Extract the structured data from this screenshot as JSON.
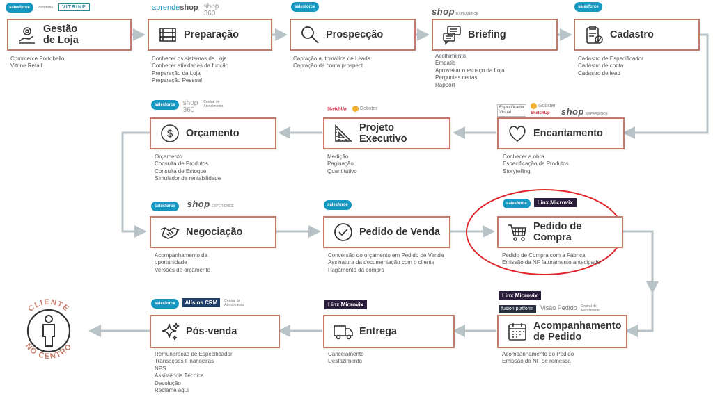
{
  "steps": [
    {
      "id": "gestao",
      "title_lines": [
        "Gestão",
        "de Loja"
      ],
      "icon": "gear-hand-icon",
      "items": [
        "Commerce Portobello",
        "Vitrine Retail"
      ]
    },
    {
      "id": "preparacao",
      "title_lines": [
        "Preparação"
      ],
      "icon": "books-icon",
      "items": [
        "Conhecer os sistemas da Loja",
        "Conhecer atividades da função",
        "Preparação da Loja",
        "Preparação Pessoal"
      ]
    },
    {
      "id": "prospeccao",
      "title_lines": [
        "Prospecção"
      ],
      "icon": "magnifier-icon",
      "items": [
        "Captação automática de Leads",
        "Captação de conta prospect"
      ]
    },
    {
      "id": "briefing",
      "title_lines": [
        "Briefing"
      ],
      "icon": "chat-icon",
      "items": [
        "Acolhimento",
        "Empatia",
        "Aproveitar o espaço da Loja",
        "Perguntas certas",
        "Rapport"
      ]
    },
    {
      "id": "cadastro",
      "title_lines": [
        "Cadastro"
      ],
      "icon": "clipboard-icon",
      "items": [
        "Cadastro de Especificador",
        "Cadastro de conta",
        "Cadastro de lead"
      ]
    },
    {
      "id": "orcamento",
      "title_lines": [
        "Orçamento"
      ],
      "icon": "dollar-icon",
      "items": [
        "Orçamento",
        "Consulta de Produtos",
        "Consulta de Estoque",
        "Simulador de rentabilidade"
      ]
    },
    {
      "id": "projeto",
      "title_lines": [
        "Projeto",
        "Executivo"
      ],
      "icon": "ruler-icon",
      "items": [
        "Medição",
        "Paginação",
        "Quantitativo"
      ]
    },
    {
      "id": "encantamento",
      "title_lines": [
        "Encantamento"
      ],
      "icon": "heart-icon",
      "items": [
        "Conhecer a obra",
        "Especificação de Produtos",
        "Storytelling"
      ]
    },
    {
      "id": "negociacao",
      "title_lines": [
        "Negociação"
      ],
      "icon": "handshake-icon",
      "items": [
        "Acompanhamento da",
        "oportunidade",
        "Versões de orçamento"
      ]
    },
    {
      "id": "pedidovenda",
      "title_lines": [
        "Pedido de Venda"
      ],
      "icon": "check-icon",
      "items": [
        "Conversão do orçamento em Pedido de Venda",
        "Assinatura da documentação com o cliente",
        "Pagamento da compra"
      ]
    },
    {
      "id": "pedidocompra",
      "title_lines": [
        "Pedido de Compra"
      ],
      "icon": "cart-icon",
      "items": [
        "Pedido de Compra com a Fábrica",
        "Emissão da NF faturamento antecipado"
      ]
    },
    {
      "id": "posvenda",
      "title_lines": [
        "Pós-venda"
      ],
      "icon": "sparkle-icon",
      "items": [
        "Remuneração de Especificador",
        "Transações Financeiras",
        "NPS",
        "Assistência Técnica",
        "Devolução",
        "Reclame aqui"
      ]
    },
    {
      "id": "entrega",
      "title_lines": [
        "Entrega"
      ],
      "icon": "truck-icon",
      "items": [
        "Cancelamento",
        "Desfazimento"
      ]
    },
    {
      "id": "acompanhamento",
      "title_lines": [
        "Acompanhamento",
        "de Pedido"
      ],
      "icon": "calendar-icon",
      "items": [
        "Acompanhamento do Pedido",
        "Emissão da NF de remessa"
      ]
    }
  ],
  "logos": {
    "salesforce": "salesforce",
    "portobello": "Portobello",
    "vitrine": "VITRINE",
    "aprende": "aprende",
    "aprende_shop": "shop",
    "shop360_a": "shop",
    "shop360_b": "360",
    "shop": "shop",
    "experience": "EXPERIENCE",
    "sketchup": "SketchUp",
    "gobster": "Gobster",
    "especificador_a": "Especificador",
    "especificador_b": "Virtual",
    "central_a": "Central de",
    "central_b": "Atendimento",
    "linx": "Linx Microvix",
    "alisios": "Alísios CRM",
    "fusion": "fusion platform",
    "visao": "Visão Pedido"
  },
  "cliente": {
    "top": "CLIENTE",
    "bottom": "NO CENTRO",
    "icon": "person-icon"
  },
  "colors": {
    "border": "#c47a68",
    "arrow": "#b8c3c7",
    "highlight": "#e0262b",
    "salesforce": "#1798c1",
    "linx": "#2b1e3d"
  }
}
